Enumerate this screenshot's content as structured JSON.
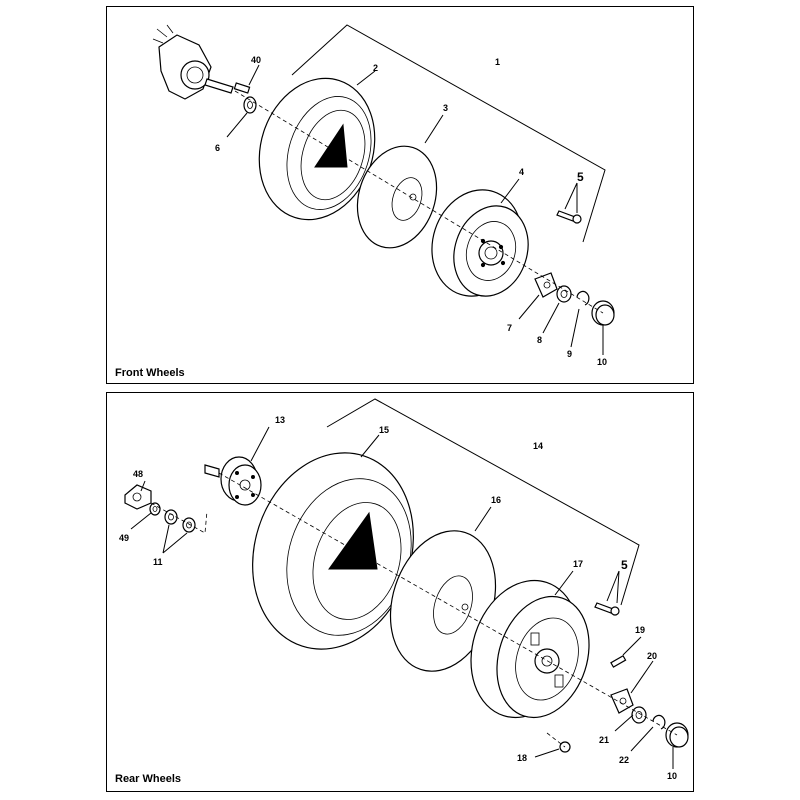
{
  "panels": {
    "front": {
      "title": "Front Wheels"
    },
    "rear": {
      "title": "Rear Wheels"
    }
  },
  "callouts": {
    "f1": "1",
    "f2": "2",
    "f3": "3",
    "f4": "4",
    "f5": "5",
    "f6": "6",
    "f7": "7",
    "f8": "8",
    "f9": "9",
    "f10": "10",
    "f40": "40",
    "r5": "5",
    "r10": "10",
    "r11": "11",
    "r13": "13",
    "r14": "14",
    "r15": "15",
    "r16": "16",
    "r17": "17",
    "r18": "18",
    "r19": "19",
    "r20": "20",
    "r21": "21",
    "r22": "22",
    "r48": "48",
    "r49": "49"
  }
}
